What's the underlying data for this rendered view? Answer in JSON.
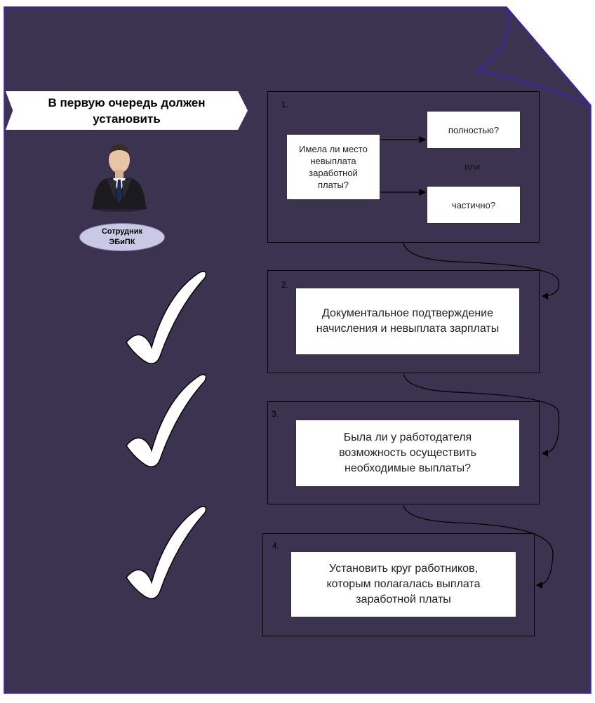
{
  "banner": {
    "text": "В первую очередь должен установить"
  },
  "actor": {
    "line1": "Сотрудник",
    "line2": "ЭБиПК",
    "icon": "businessman-icon"
  },
  "steps": [
    {
      "number": "1.",
      "question": "Имела ли место невыплата заработной платы?",
      "option_full": "полностью?",
      "connector": "или",
      "option_partial": "частично?"
    },
    {
      "number": "2.",
      "text": "Документальное подтверждение начисления и невыплата зарплаты"
    },
    {
      "number": "3.",
      "text": "Была ли у работодателя возможность осуществить необходимые выплаты?"
    },
    {
      "number": "4.",
      "text": "Установить круг работников, которым полагалась выплата заработной платы"
    }
  ],
  "colors": {
    "background": "#3c3350",
    "border": "#3a1ad0",
    "box": "#ffffff",
    "badge": "#cbc8e6"
  }
}
